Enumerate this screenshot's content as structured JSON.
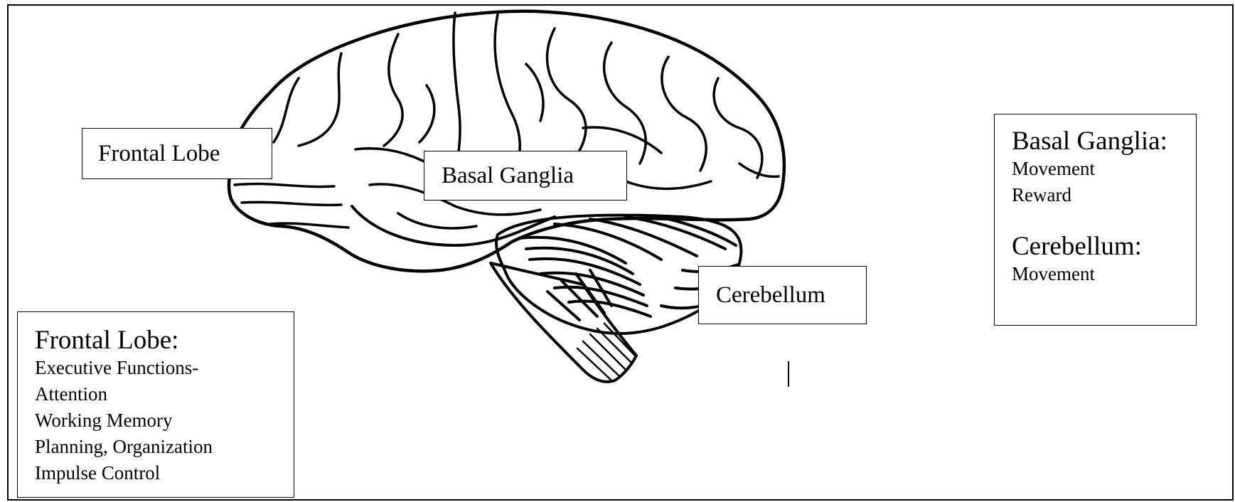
{
  "labels": {
    "frontal_lobe": "Frontal Lobe",
    "basal_ganglia": "Basal Ganglia",
    "cerebellum": "Cerebellum"
  },
  "info": {
    "frontal": {
      "title": "Frontal Lobe:",
      "items": [
        "Executive Functions-",
        "Attention",
        "Working Memory",
        "Planning, Organization",
        "Impulse Control"
      ]
    },
    "basal_ganglia": {
      "title": "Basal Ganglia:",
      "items": [
        "Movement",
        "Reward"
      ]
    },
    "cerebellum": {
      "title": "Cerebellum:",
      "items": [
        "Movement"
      ]
    }
  }
}
